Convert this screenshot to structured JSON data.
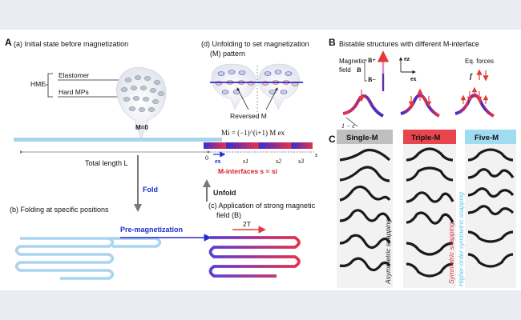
{
  "panel_a": {
    "letter": "A",
    "a_title": "(a) Initial state before magnetization",
    "hme_label": "HME",
    "elastomer_label": "Elastomer",
    "hard_mps_label": "Hard MPs",
    "m_zero": "M=0",
    "total_length": "Total length L",
    "fold": "Fold",
    "b_title": "(b) Folding at specific positions",
    "pre_magnetization": "Pre-magnetization",
    "c_title_line1": "(c) Application of strong magnetic",
    "c_title_line2": "field (B)",
    "field_strength": "2T",
    "unfold": "Unfold",
    "d_title_line1": "(d) Unfolding to set magnetization",
    "d_title_line2": "(M) pattern",
    "reversed_m": "Reversed M",
    "formula": "Mi = (−1)^(i+1) M ex",
    "axis_zero": "0",
    "axis_ex": "ex",
    "axis_s1": "s1",
    "axis_s2": "s2",
    "axis_s3": "s3",
    "axis_s": "s",
    "m_interfaces": "M-interfaces s = si"
  },
  "panel_b": {
    "letter": "B",
    "title": "Bistable structures with different M-interface",
    "magnetic_field_line1": "Magnetic",
    "magnetic_field_line2": "field",
    "b_symbol": "B",
    "b_plus": "B+",
    "b_minus": "B−",
    "ez": "ez",
    "ex": "ex",
    "eq_forces": "Eq. forces",
    "f_symbol": "f",
    "length_label": "1 − ε"
  },
  "panel_c": {
    "letter": "C",
    "columns": [
      {
        "label": "Single-M",
        "side_label": "Asymmetric snapping",
        "header_color": "#bfbfbf",
        "side_color": "#222222"
      },
      {
        "label": "Triple-M",
        "side_label": "Symmetric snapping",
        "header_color": "#e8454f",
        "side_color": "#d9343f"
      },
      {
        "label": "Five-M",
        "side_label": "Higher-order symmetric snapping",
        "header_color": "#9fdcef",
        "side_color": "#5bc6e6"
      }
    ]
  },
  "colors": {
    "beam": "#a9d4f0",
    "magnet_red": "#e53935",
    "magnet_blue": "#4a3fd0",
    "label_red": "#d81b2a",
    "label_blue": "#1e2fc9"
  }
}
